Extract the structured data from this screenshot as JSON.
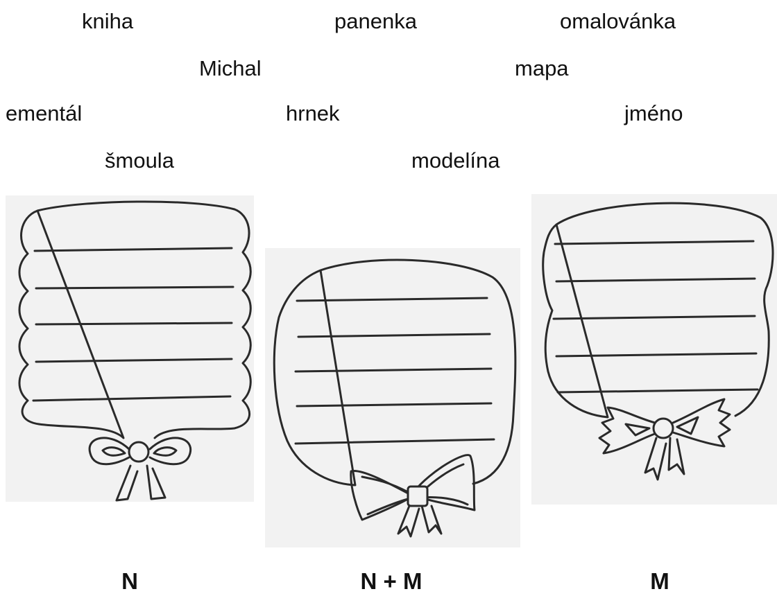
{
  "words": {
    "w1": "kniha",
    "w2": "panenka",
    "w3": "omalovánka",
    "w4": "Michal",
    "w5": "mapa",
    "w6": "ementál",
    "w7": "hrnek",
    "w8": "jméno",
    "w9": "šmoula",
    "w10": "modelína"
  },
  "labels": {
    "left": "N",
    "middle": "N + M",
    "right": "M"
  },
  "colors": {
    "panel_background": "#f2f2f2",
    "ink": "#2a2a2a"
  },
  "icons": {
    "left": "balloon-with-bow-icon",
    "middle": "round-balloon-with-bow-icon",
    "right": "balloon-with-ribbon-bow-icon"
  }
}
